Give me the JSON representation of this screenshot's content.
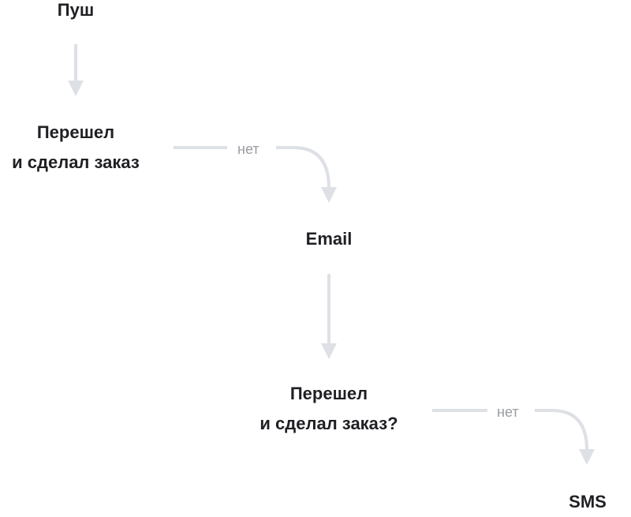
{
  "flow": {
    "nodes": {
      "push": "Пуш",
      "converted_1_line1": "Перешел",
      "converted_1_line2": "и сделал заказ",
      "email": "Email",
      "converted_2_line1": "Перешел",
      "converted_2_line2": "и сделал заказ?",
      "sms": "SMS"
    },
    "edge_labels": {
      "no_1": "нет",
      "no_2": "нет"
    }
  },
  "colors": {
    "text": "#1f1f24",
    "edge_label": "#9a9ca3",
    "arrow": "#dde0e5"
  }
}
